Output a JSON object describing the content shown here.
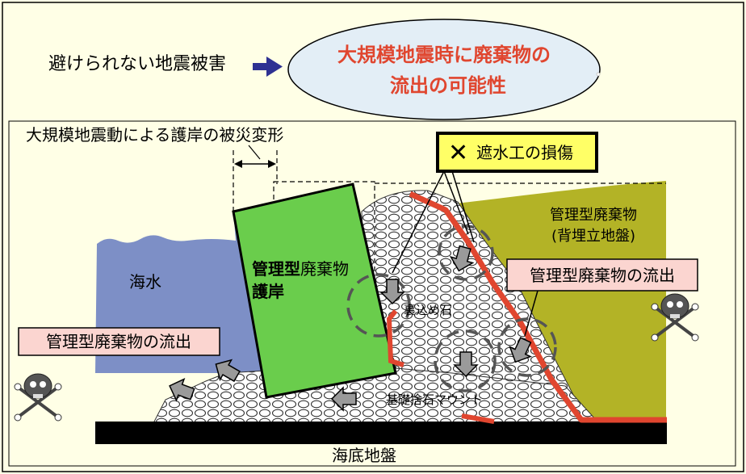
{
  "header": {
    "unavoidable_damage": "避けられない地震被害",
    "possibility_line1": "大規模地震時に廃棄物の",
    "possibility_line2": "流出の可能性"
  },
  "labels": {
    "seawall_deformation": "大規模地震動による護岸の被災変形",
    "impermeable_damage_mark": "✕",
    "impermeable_damage": "遮水工の損傷",
    "landfill_line1": "管理型廃棄物",
    "landfill_line2": "(背埋立地盤)",
    "seawater": "海水",
    "seawall_line1_bold": "管理型",
    "seawall_line1_rest": "廃棄物",
    "seawall_line2": "護岸",
    "backfill_stone": "裏込め石",
    "foundation_mound": "基礎捨石マウント",
    "seabed": "海底地盤",
    "outflow_right": "管理型廃棄物の流出",
    "outflow_left": "管理型廃棄物の流出"
  },
  "colors": {
    "background": "#ffffe6",
    "seawater": "#7d8fc6",
    "seawall": "#6acd4c",
    "landfill": "#b3b326",
    "impermeable_liner": "#e0462f",
    "header_red": "#e0462f",
    "callout_fill": "#fbd5d0",
    "damage_box_fill": "#ffff66",
    "ellipse_fill": "#e3eef6",
    "arrow_fill": "#9a9a9a"
  },
  "icons": [
    "right-arrow-icon",
    "skull-crossbones-icon",
    "cross-mark-icon"
  ]
}
